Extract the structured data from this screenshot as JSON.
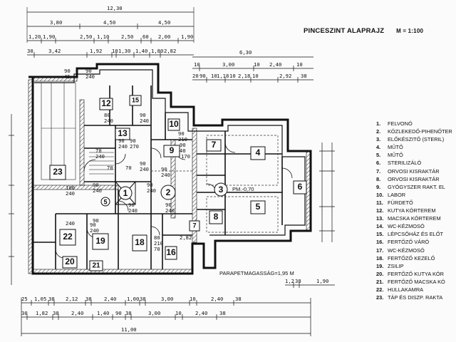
{
  "title": "PINCESZINT ALAPRAJZ",
  "scale": "M = 1:100",
  "overall_width": "12,30",
  "top_row_1": [
    "3,80",
    "4,50",
    "4,50"
  ],
  "top_row_2": [
    "1,20",
    "1,90",
    "2,50",
    "1,10",
    "2,50",
    "60",
    "2,00",
    "1,90"
  ],
  "top_row_3": [
    "30",
    "3,42",
    "1,92",
    "10",
    "1,30",
    "1,40",
    "1,80",
    "2,82"
  ],
  "right_top_overall": "6,30",
  "right_top_row": [
    "10",
    "3,00",
    "10",
    "2,40",
    "10"
  ],
  "right_top_row_2": [
    "20",
    "90",
    "10",
    "1,18",
    "10",
    "2,18",
    "10",
    "2,92",
    "38"
  ],
  "bottom_overall": "11,00",
  "bottom_row_1": [
    "25",
    "1,05",
    "38",
    "2,12",
    "38",
    "2,40",
    "1,00",
    "38",
    "3,00",
    "10",
    "2,40",
    "38"
  ],
  "bottom_row_2": [
    "30",
    "1,82",
    "38",
    "2,40",
    "1,40",
    "90",
    "38",
    "3,00",
    "10",
    "2,40",
    "38"
  ],
  "bottom_right_dims": [
    "1,2",
    "38",
    "1,90"
  ],
  "parapet_note": "PARAPETMAGASSÁG=1,95 M",
  "level_note": "PM.-0,70",
  "door_labels": [
    "90",
    "45",
    "90",
    "240",
    "80",
    "240",
    "90",
    "240",
    "90",
    "270",
    "90",
    "240",
    "100",
    "240",
    "70",
    "240",
    "70",
    "70",
    "90",
    "240",
    "90",
    "210",
    "90",
    "240",
    "90",
    "40",
    "170",
    "90",
    "240",
    "90",
    "240",
    "90",
    "240",
    "90",
    "240",
    "90",
    "240",
    "80",
    "210",
    "70",
    "2,82",
    "90",
    "240"
  ],
  "rooms": [
    {
      "n": "1"
    },
    {
      "n": "2"
    },
    {
      "n": "3"
    },
    {
      "n": "4"
    },
    {
      "n": "5"
    },
    {
      "n": "5"
    },
    {
      "n": "6"
    },
    {
      "n": "7"
    },
    {
      "n": "7"
    },
    {
      "n": "8"
    },
    {
      "n": "9"
    },
    {
      "n": "10"
    },
    {
      "n": "12"
    },
    {
      "n": "13"
    },
    {
      "n": "15"
    },
    {
      "n": "16"
    },
    {
      "n": "18"
    },
    {
      "n": "19"
    },
    {
      "n": "20"
    },
    {
      "n": "21"
    },
    {
      "n": "22"
    },
    {
      "n": "23"
    }
  ],
  "legend": [
    {
      "num": "1.",
      "label": "FELVONÓ"
    },
    {
      "num": "2.",
      "label": "KÖZLEKEDŐ-PIHENŐTER"
    },
    {
      "num": "3.",
      "label": "ELŐKÉSZITŐ (STERIL)"
    },
    {
      "num": "4.",
      "label": "MŰTŐ"
    },
    {
      "num": "5.",
      "label": "MŰTŐ"
    },
    {
      "num": "6.",
      "label": "STERILIZÁLÓ"
    },
    {
      "num": "7.",
      "label": "ORVOSI KISRAKTÁR"
    },
    {
      "num": "8.",
      "label": "ORVOSI KISRAKTÁR"
    },
    {
      "num": "9.",
      "label": "GYÓGYSZER RAKT. EL"
    },
    {
      "num": "10.",
      "label": "LABOR"
    },
    {
      "num": "11.",
      "label": "FÜRDETŐ"
    },
    {
      "num": "12.",
      "label": "KUTYA KÓRTEREM"
    },
    {
      "num": "13.",
      "label": "MACSKA KÓRTEREM"
    },
    {
      "num": "14.",
      "label": "WC-KÉZMOSÓ"
    },
    {
      "num": "15.",
      "label": "LÉPCSŐHÁZ ÉS ELŐT"
    },
    {
      "num": "16.",
      "label": "FERTŐZŐ VÁRÓ"
    },
    {
      "num": "17.",
      "label": "WC-KÉZMOSÓ"
    },
    {
      "num": "18.",
      "label": "FERTŐZŐ KEZELŐ"
    },
    {
      "num": "19.",
      "label": "ZSILIP"
    },
    {
      "num": "20.",
      "label": "FERTŐZŐ KUTYA KÓR"
    },
    {
      "num": "21.",
      "label": "FERTŐZŐ MACSKA KÓ"
    },
    {
      "num": "22.",
      "label": "HULLAKAMRA"
    },
    {
      "num": "23.",
      "label": "TÁP ÉS DISZP. RAKTA"
    }
  ]
}
